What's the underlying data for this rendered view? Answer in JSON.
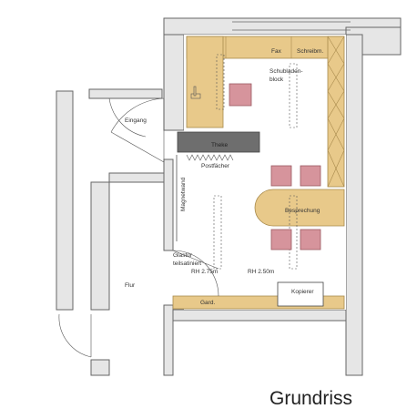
{
  "title": "Grundriss",
  "labels": {
    "fax": "Fax",
    "schreibm": "Schreibm.",
    "schubladen_1": "Schubladen-",
    "schubladen_2": "block",
    "eingang": "Eingang",
    "theke": "Theke",
    "postfaecher": "Postfächer",
    "magnetwand": "Magnetwand",
    "besprechung": "Besprechung",
    "glastuer_1": "Glastür",
    "glastuer_2": "teilsatiniert",
    "rh_left": "RH 2.75m",
    "rh_right": "RH 2.50m",
    "flur": "Flur",
    "kopierer": "Kopierer",
    "gard": "Gard."
  },
  "colors": {
    "wall_fill": "#e6e6e6",
    "wall_stroke": "#666666",
    "furniture": "#e8c98a",
    "furniture_stroke": "#a88a4c",
    "chair": "#d6949c",
    "chair_stroke": "#9c5a62",
    "counter": "#6e6e6e"
  }
}
